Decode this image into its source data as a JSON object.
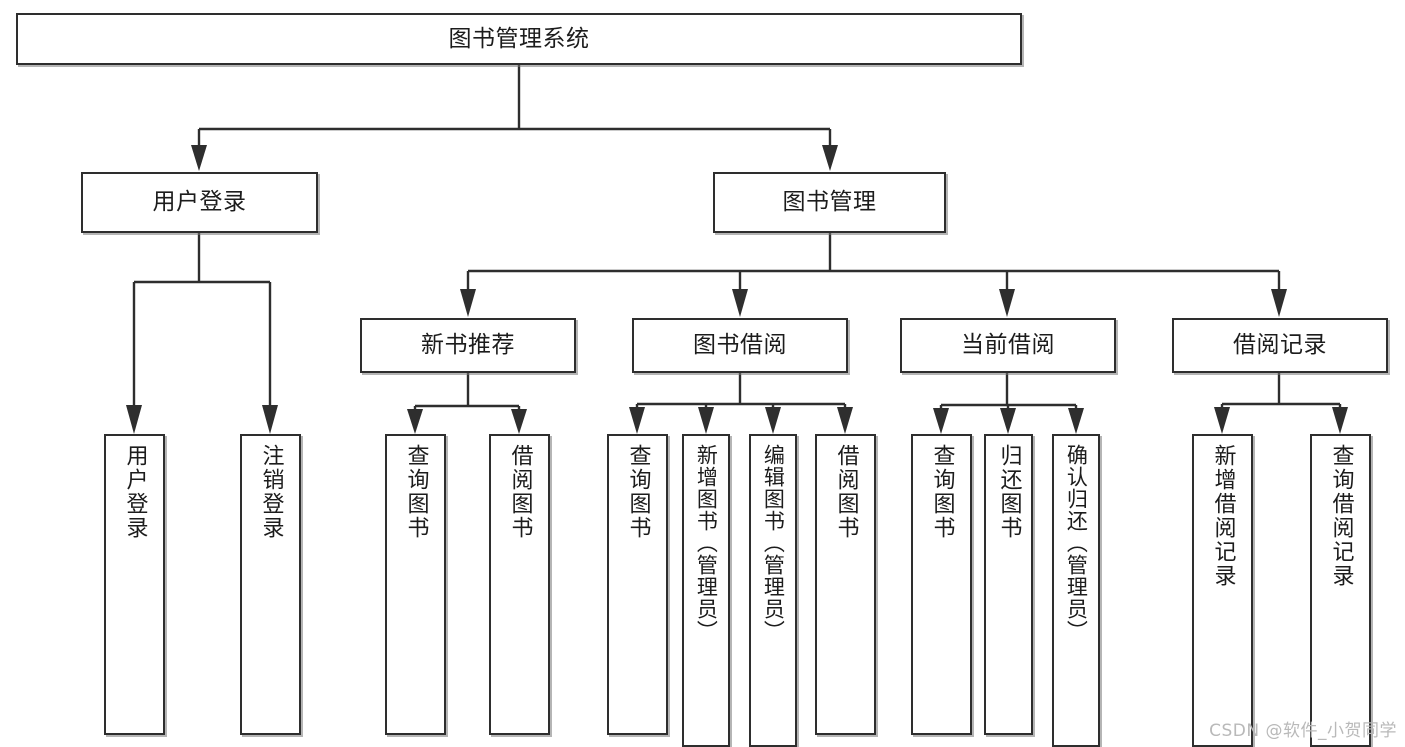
{
  "diagram": {
    "title": "图书管理系统",
    "type": "hierarchy-tree",
    "watermark": "CSDN @软件_小贺同学",
    "colors": {
      "background": "#ffffff",
      "border": "#2e2e2e",
      "text": "#1c1c1c",
      "connector": "#2e2e2e",
      "watermark": "#b9b9b9"
    }
  },
  "root": {
    "label": "图书管理系统"
  },
  "level2": [
    {
      "id": "user-login",
      "label": "用户登录"
    },
    {
      "id": "book-manage",
      "label": "图书管理"
    }
  ],
  "level3": [
    {
      "id": "new-book-recommend",
      "label": "新书推荐"
    },
    {
      "id": "book-borrow",
      "label": "图书借阅"
    },
    {
      "id": "current-borrow",
      "label": "当前借阅"
    },
    {
      "id": "borrow-record",
      "label": "借阅记录"
    }
  ],
  "leaves": {
    "user_login": [
      {
        "id": "leaf-user-login",
        "label": "用户登录"
      },
      {
        "id": "leaf-user-logout",
        "label": "注销登录"
      }
    ],
    "new_book_recommend": [
      {
        "id": "leaf-query-book-1",
        "label": "查询图书"
      },
      {
        "id": "leaf-borrow-book-1",
        "label": "借阅图书"
      }
    ],
    "book_borrow": [
      {
        "id": "leaf-query-book-2",
        "label": "查询图书"
      },
      {
        "id": "leaf-add-book",
        "label": "新增图书（管理员）"
      },
      {
        "id": "leaf-edit-book",
        "label": "编辑图书（管理员）"
      },
      {
        "id": "leaf-borrow-book-2",
        "label": "借阅图书"
      }
    ],
    "current_borrow": [
      {
        "id": "leaf-query-book-3",
        "label": "查询图书"
      },
      {
        "id": "leaf-return-book",
        "label": "归还图书"
      },
      {
        "id": "leaf-confirm-return",
        "label": "确认归还（管理员）"
      }
    ],
    "borrow_record": [
      {
        "id": "leaf-add-record",
        "label": "新增借阅记录"
      },
      {
        "id": "leaf-query-record",
        "label": "查询借阅记录"
      }
    ]
  }
}
